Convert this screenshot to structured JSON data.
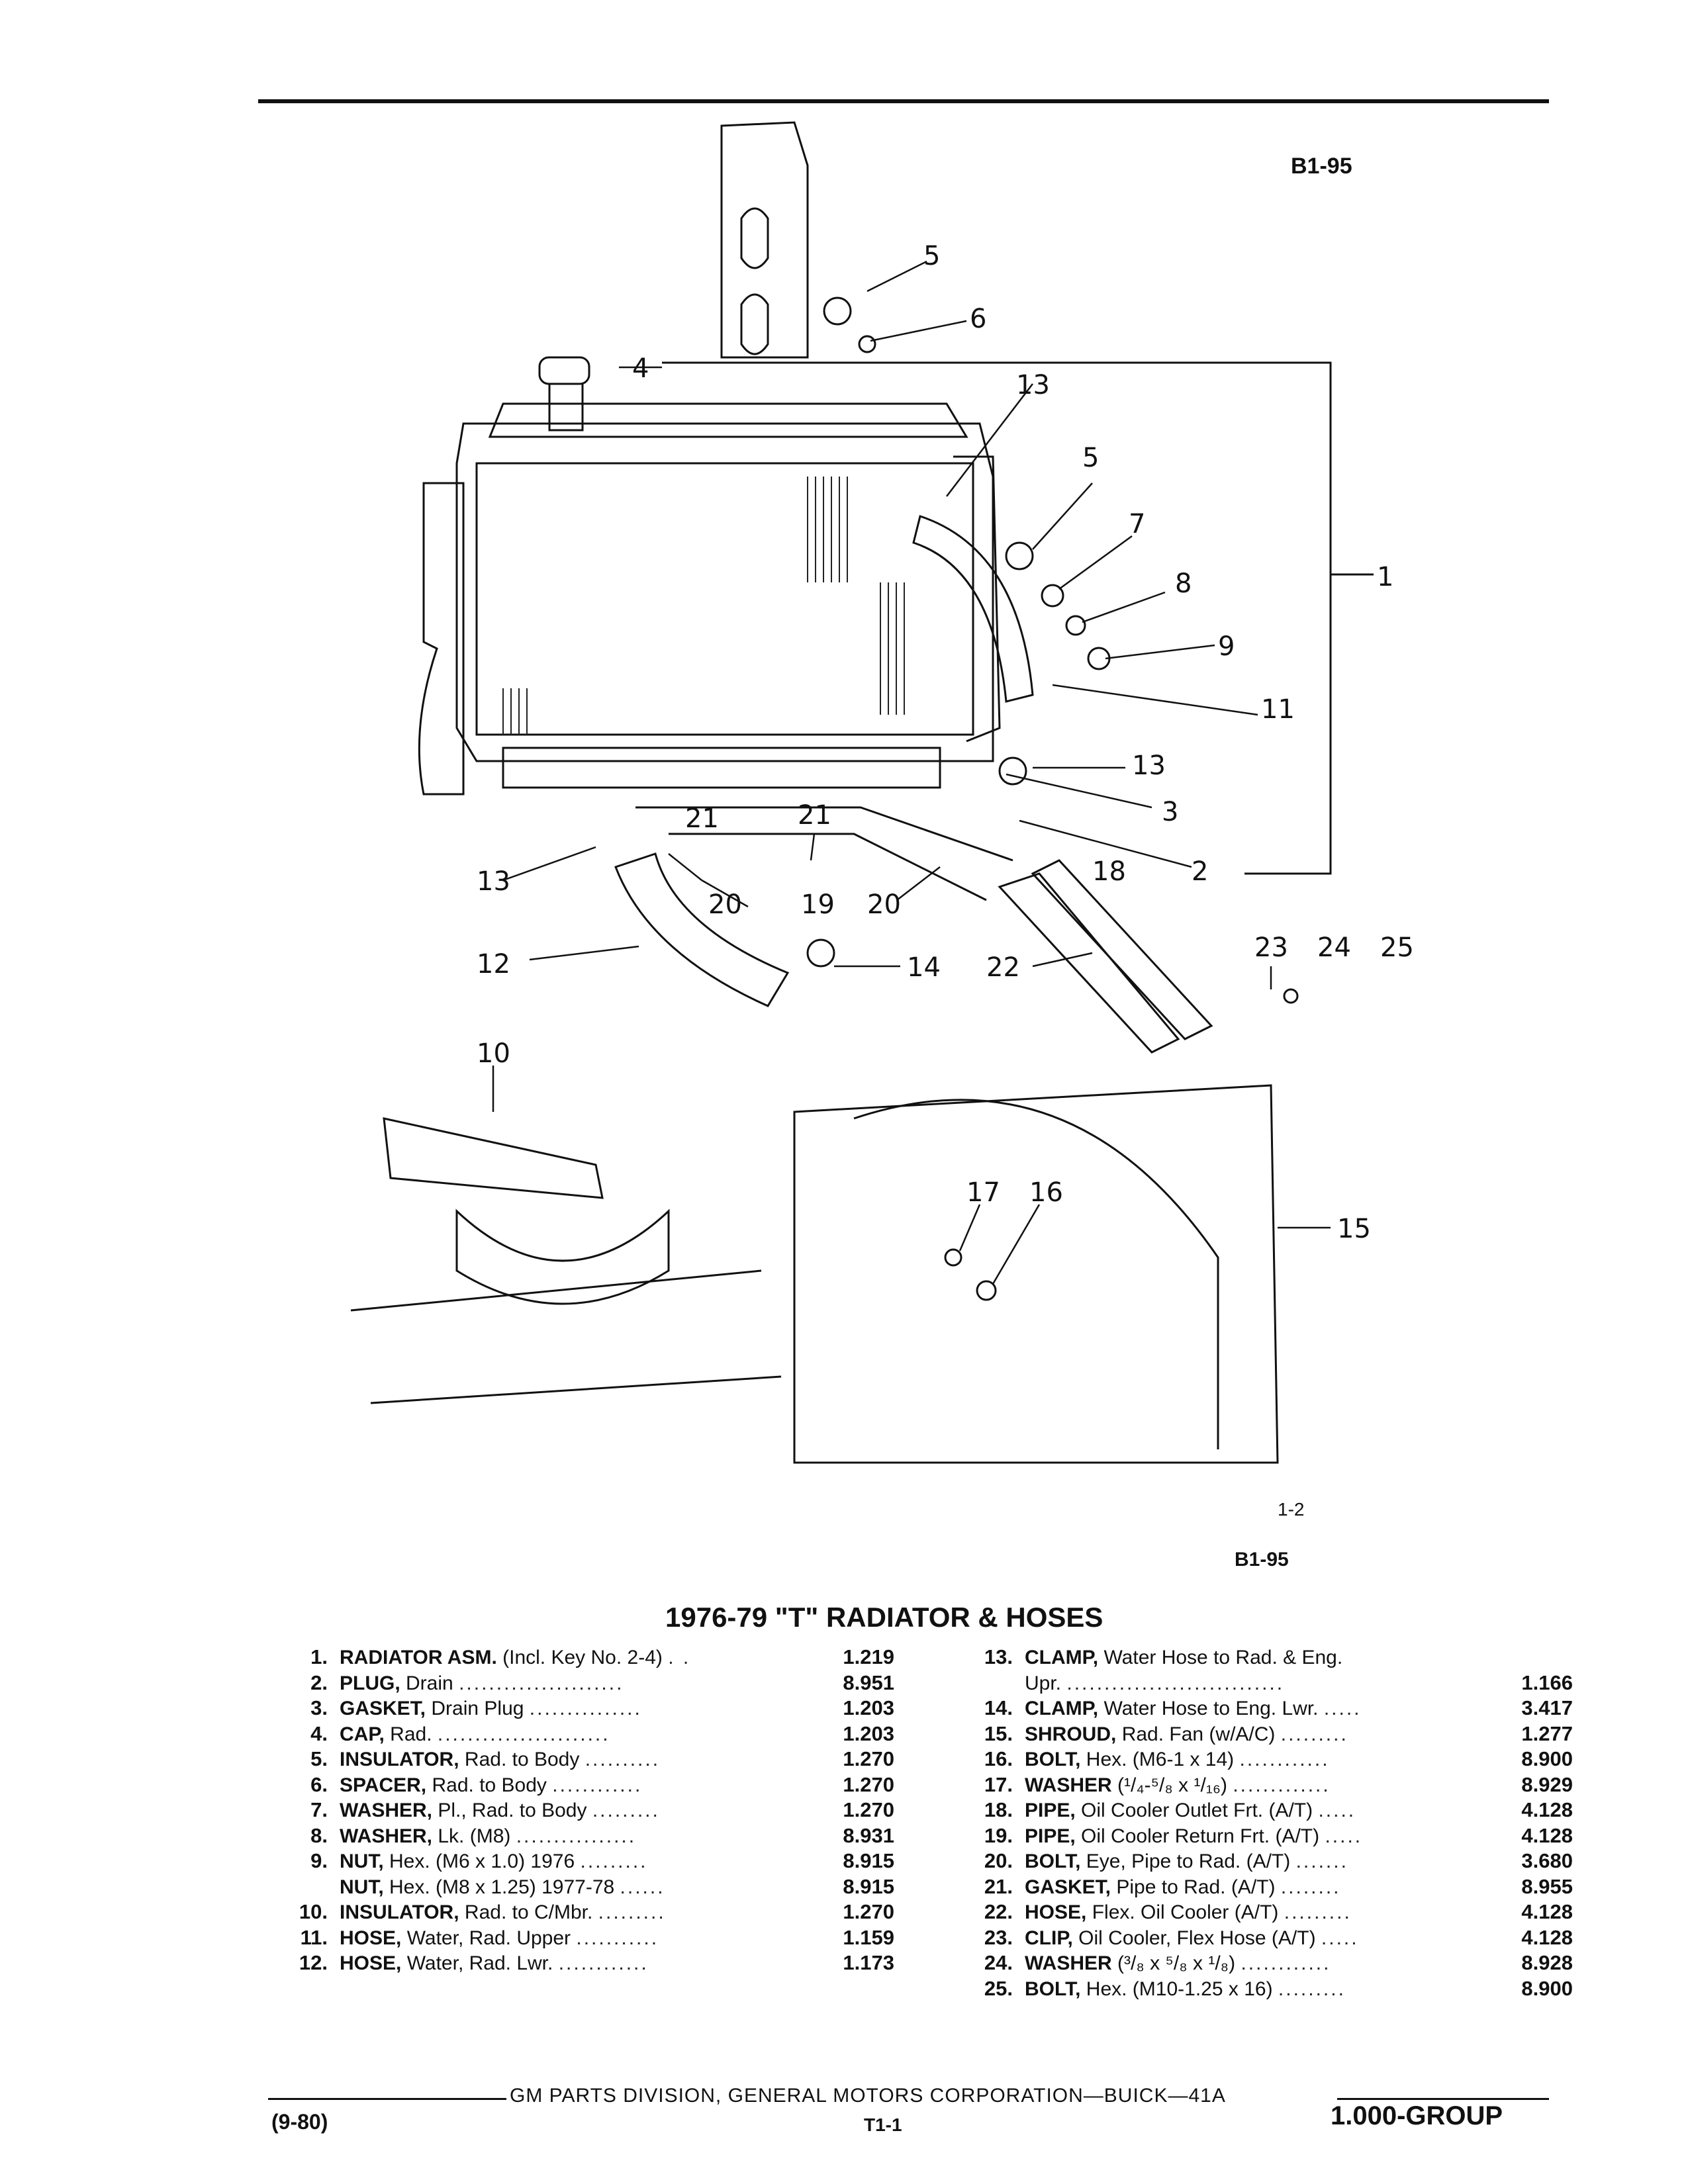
{
  "header": {
    "code_top": "B1-95"
  },
  "figure": {
    "figure_id": "1-2",
    "code_bottom": "B1-95",
    "callouts": [
      "5",
      "6",
      "4",
      "13",
      "5",
      "7",
      "8",
      "9",
      "11",
      "1",
      "13",
      "3",
      "21",
      "21",
      "18",
      "2",
      "13",
      "20",
      "19",
      "20",
      "12",
      "14",
      "22",
      "23",
      "24",
      "25",
      "10",
      "17",
      "16",
      "15"
    ]
  },
  "title": "1976-79 \"T\" RADIATOR & HOSES",
  "parts_left": [
    {
      "num": "1.",
      "name": "RADIATOR ASM.",
      "desc": "(Incl. Key No. 2-4)",
      "dots": ". .",
      "group": "1.219"
    },
    {
      "num": "2.",
      "name": "PLUG,",
      "desc": "Drain",
      "dots": "......................",
      "group": "8.951"
    },
    {
      "num": "3.",
      "name": "GASKET,",
      "desc": "Drain Plug",
      "dots": "...............",
      "group": "1.203"
    },
    {
      "num": "4.",
      "name": "CAP,",
      "desc": "Rad.",
      "dots": ".......................",
      "group": "1.203"
    },
    {
      "num": "5.",
      "name": "INSULATOR,",
      "desc": "Rad. to Body",
      "dots": "..........",
      "group": "1.270"
    },
    {
      "num": "6.",
      "name": "SPACER,",
      "desc": "Rad. to Body",
      "dots": "............",
      "group": "1.270"
    },
    {
      "num": "7.",
      "name": "WASHER,",
      "desc": "Pl., Rad. to Body",
      "dots": ".........",
      "group": "1.270"
    },
    {
      "num": "8.",
      "name": "WASHER,",
      "desc": "Lk. (M8)",
      "dots": "................",
      "group": "8.931"
    },
    {
      "num": "9.",
      "name": "NUT,",
      "desc": "Hex. (M6 x 1.0) 1976",
      "dots": ".........",
      "group": "8.915"
    },
    {
      "num": "",
      "name": "NUT,",
      "desc": "Hex. (M8 x 1.25) 1977-78",
      "dots": "......",
      "group": "8.915"
    },
    {
      "num": "10.",
      "name": "INSULATOR,",
      "desc": "Rad. to C/Mbr.",
      "dots": ".........",
      "group": "1.270"
    },
    {
      "num": "11.",
      "name": "HOSE,",
      "desc": "Water, Rad. Upper",
      "dots": "...........",
      "group": "1.159"
    },
    {
      "num": "12.",
      "name": "HOSE,",
      "desc": "Water, Rad. Lwr.",
      "dots": "............",
      "group": "1.173"
    }
  ],
  "parts_right": [
    {
      "num": "13.",
      "name": "CLAMP,",
      "desc": "Water Hose to Rad. & Eng.",
      "dots": "",
      "group": ""
    },
    {
      "num": "",
      "name": "",
      "desc": "Upr.",
      "dots": ".............................",
      "group": "1.166"
    },
    {
      "num": "14.",
      "name": "CLAMP,",
      "desc": "Water Hose to Eng. Lwr.",
      "dots": ".....",
      "group": "3.417"
    },
    {
      "num": "15.",
      "name": "SHROUD,",
      "desc": "Rad. Fan (w/A/C)",
      "dots": ".........",
      "group": "1.277"
    },
    {
      "num": "16.",
      "name": "BOLT,",
      "desc": "Hex. (M6-1 x 14)",
      "dots": "............",
      "group": "8.900"
    },
    {
      "num": "17.",
      "name": "WASHER",
      "desc": "(¹/₄-⁵/₈ x ¹/₁₆)",
      "dots": ".............",
      "group": "8.929"
    },
    {
      "num": "18.",
      "name": "PIPE,",
      "desc": "Oil Cooler Outlet Frt. (A/T)",
      "dots": ".....",
      "group": "4.128"
    },
    {
      "num": "19.",
      "name": "PIPE,",
      "desc": "Oil Cooler Return Frt. (A/T)",
      "dots": ".....",
      "group": "4.128"
    },
    {
      "num": "20.",
      "name": "BOLT,",
      "desc": "Eye, Pipe to Rad. (A/T)",
      "dots": ".......",
      "group": "3.680"
    },
    {
      "num": "21.",
      "name": "GASKET,",
      "desc": "Pipe to Rad. (A/T)",
      "dots": "........",
      "group": "8.955"
    },
    {
      "num": "22.",
      "name": "HOSE,",
      "desc": "Flex. Oil Cooler (A/T)",
      "dots": ".........",
      "group": "4.128"
    },
    {
      "num": "23.",
      "name": "CLIP,",
      "desc": "Oil Cooler, Flex Hose (A/T)",
      "dots": ".....",
      "group": "4.128"
    },
    {
      "num": "24.",
      "name": "WASHER",
      "desc": "(³/₈ x ⁵/₈ x ¹/₈)",
      "dots": "............",
      "group": "8.928"
    },
    {
      "num": "25.",
      "name": "BOLT,",
      "desc": "Hex. (M10-1.25 x 16)",
      "dots": ".........",
      "group": "8.900"
    }
  ],
  "footer": {
    "text": "GM PARTS DIVISION, GENERAL MOTORS CORPORATION—BUICK—41A",
    "date": "(9-80)",
    "page": "T1-1",
    "group": "1.000-GROUP"
  }
}
